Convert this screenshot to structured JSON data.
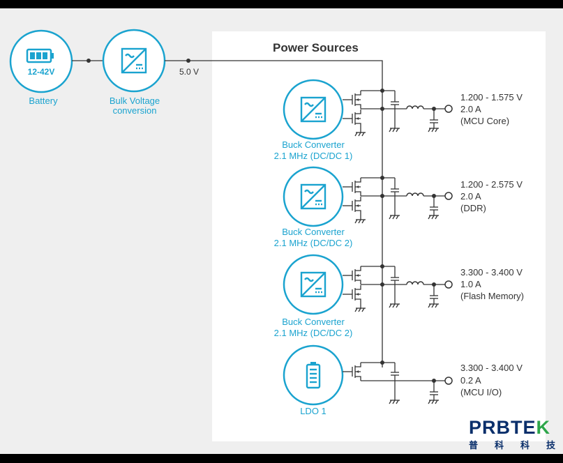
{
  "title": "Power Sources",
  "source_nodes": [
    {
      "id": "battery",
      "label": "Battery",
      "icon_text": "12-42V",
      "icon": "battery-icon"
    },
    {
      "id": "bulk",
      "label_lines": [
        "Bulk Voltage",
        "conversion"
      ],
      "icon": "converter-icon"
    }
  ],
  "bus_voltage": "5.0 V",
  "converters": [
    {
      "label_lines": [
        "Buck Converter",
        "2.1 MHz (DC/DC 1)"
      ],
      "icon": "converter-icon",
      "output": [
        "1.200 - 1.575 V",
        "2.0 A",
        "(MCU Core)"
      ]
    },
    {
      "label_lines": [
        "Buck Converter",
        "2.1 MHz (DC/DC 2)"
      ],
      "icon": "converter-icon",
      "output": [
        "1.200 - 2.575 V",
        "2.0 A",
        "(DDR)"
      ]
    },
    {
      "label_lines": [
        "Buck Converter",
        "2.1 MHz (DC/DC 2)"
      ],
      "icon": "converter-icon",
      "output": [
        "3.300 - 3.400 V",
        "1.0 A",
        "(Flash Memory)"
      ]
    },
    {
      "label_lines": [
        "LDO 1"
      ],
      "icon": "ldo-icon",
      "output": [
        "3.300 - 3.400 V",
        "0.2 A",
        "(MCU I/O)"
      ]
    }
  ],
  "watermark": {
    "main": "PRBTE",
    "accent": "K",
    "sub": [
      "普",
      "科",
      "科",
      "技"
    ]
  },
  "colors": {
    "accent": "#1aa3cf",
    "line": "#333333",
    "background": "#efefef",
    "panel": "#ffffff"
  }
}
